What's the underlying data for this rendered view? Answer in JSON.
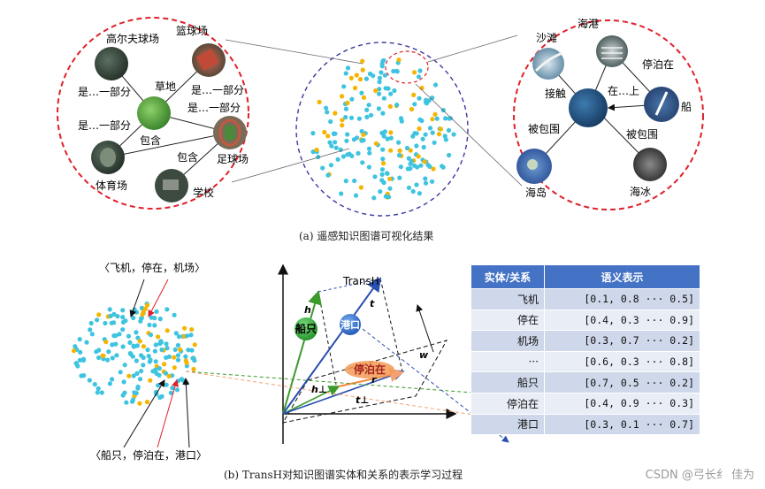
{
  "caption_a": "(a) 遥感知识图谱可视化结果",
  "caption_b": "(b) TransH对知识图谱实体和关系的表示学习过程",
  "left_graph": {
    "nodes": {
      "golf": "高尔夫球场",
      "basketball": "篮球场",
      "grass": "草地",
      "stadium": "体育场",
      "football": "足球场",
      "school": "学校"
    },
    "edges": {
      "part1": "是…一部分",
      "part2": "是…一部分",
      "part3": "是…一部分",
      "part4": "是…一部分",
      "contain1": "包含",
      "contain2": "包含"
    }
  },
  "right_graph": {
    "nodes": {
      "beach": "沙滩",
      "harbor": "海港",
      "ship": "船",
      "island": "海岛",
      "seaice": "海冰"
    },
    "edges": {
      "contact": "接触",
      "moored": "停泊在",
      "on": "在…上",
      "surrounded1": "被包围",
      "surrounded2": "被包围"
    }
  },
  "scatter_labels": {
    "top": "〈飞机，停在，机场〉",
    "bottom": "〈船只，停泊在，港口〉"
  },
  "transh": {
    "title": "TransH",
    "entity_ship": "船只",
    "entity_port": "港口",
    "relation": "停泊在",
    "vec_h": "h",
    "vec_t": "t",
    "vec_r": "r",
    "vec_h_perp": "h⊥",
    "vec_t_perp": "t⊥",
    "vec_w": "w"
  },
  "table": {
    "headers": [
      "实体/关系",
      "语义表示"
    ],
    "rows": [
      {
        "entity": "飞机",
        "vector": "[0.1, 0.8  ···  0.5]"
      },
      {
        "entity": "停在",
        "vector": "[0.4, 0.3  ···  0.9]"
      },
      {
        "entity": "机场",
        "vector": "[0.3, 0.7  ···  0.2]"
      },
      {
        "entity": "···",
        "vector": "[0.6, 0.3  ···  0.8]"
      },
      {
        "entity": "船只",
        "vector": "[0.7, 0.5  ···  0.2]"
      },
      {
        "entity": "停泊在",
        "vector": "[0.4, 0.9  ···  0.3]"
      },
      {
        "entity": "港口",
        "vector": "[0.3, 0.1  ···  0.7]"
      }
    ]
  },
  "watermark": "CSDN @弓长纟 佳为",
  "colors": {
    "cyan_dot": "#3ec3e0",
    "yellow_dot": "#f5b400",
    "red_dash": "#e0202a",
    "blue_dash": "#3a3aa0",
    "header_blue": "#4472c4",
    "green_entity": "#3aa83a",
    "blue_entity": "#2a6fd0",
    "orange_relation": "#f39a55"
  }
}
